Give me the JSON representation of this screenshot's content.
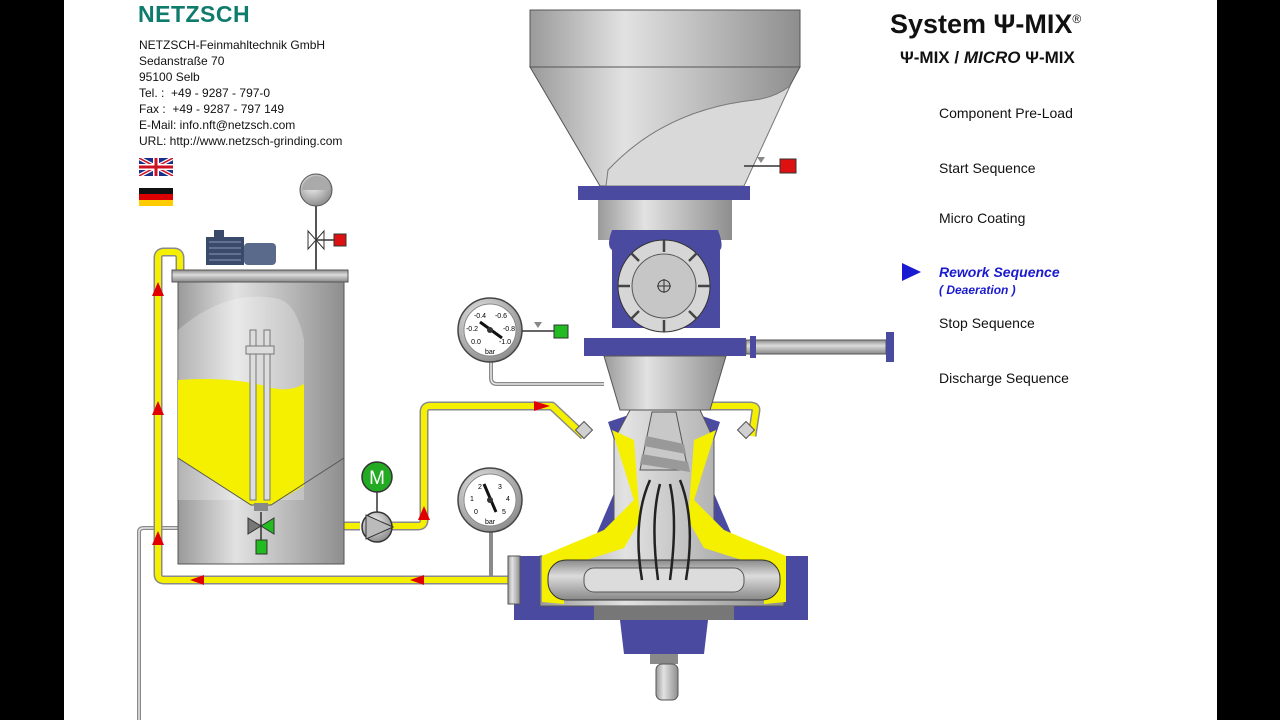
{
  "company": {
    "logo_text": "NETZSCH",
    "name": "NETZSCH-Feinmahltechnik GmbH",
    "street": "Sedanstraße 70",
    "city": "95100 Selb",
    "tel": "Tel. :  +49 - 9287 - 797-0",
    "fax": "Fax :  +49 - 9287 - 797 149",
    "email": "E-Mail: info.nft@netzsch.com",
    "url": "URL: http://www.netzsch-grinding.com"
  },
  "header": {
    "title": "System Ψ-MIX",
    "title_mark": "®",
    "subtitle_a": "Ψ-MIX / ",
    "subtitle_b": "MICRO",
    "subtitle_c": " Ψ-MIX"
  },
  "menu": {
    "items": [
      {
        "label": "Component Pre-Load"
      },
      {
        "label": "Start Sequence"
      },
      {
        "label": "Micro Coating"
      },
      {
        "label": "Rework Sequence",
        "sub": "( Deaeration )",
        "active": true
      },
      {
        "label": "Stop Sequence"
      },
      {
        "label": "Discharge Sequence"
      }
    ]
  },
  "gauges": {
    "upper": {
      "unit": "bar",
      "ticks": [
        "-0.4",
        "-0.6",
        "-0.2",
        "-0.8",
        "0.0",
        "-1.0"
      ]
    },
    "lower": {
      "unit": "bar",
      "ticks": [
        "2",
        "3",
        "1",
        "4",
        "0",
        "5"
      ]
    }
  },
  "pump_motor_label": "M",
  "colors": {
    "fluid": "#f5f000",
    "steel": "#c4c4c4",
    "housing": "#4a4aa0",
    "flow_arrow": "#e00000",
    "valve_open": "#22bb22",
    "valve_closed": "#dd1111",
    "active_menu": "#1a1ad0"
  }
}
